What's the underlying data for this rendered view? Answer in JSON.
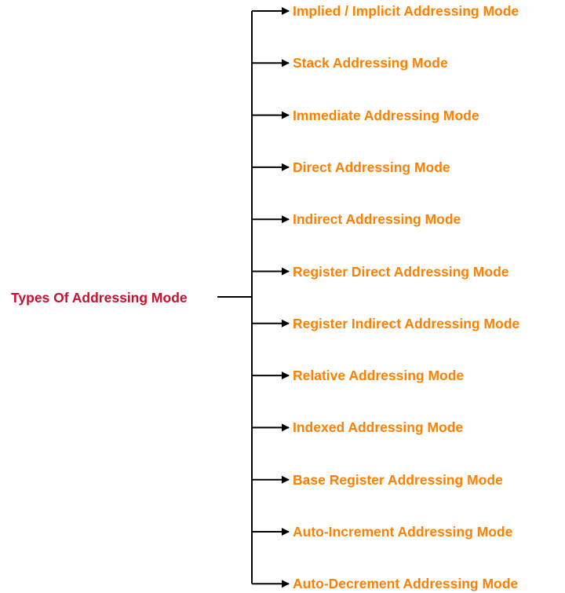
{
  "root": {
    "label": "Types Of Addressing Mode"
  },
  "items": [
    {
      "label": "Implied / Implicit Addressing Mode"
    },
    {
      "label": "Stack Addressing Mode"
    },
    {
      "label": "Immediate Addressing Mode"
    },
    {
      "label": "Direct Addressing Mode"
    },
    {
      "label": "Indirect Addressing Mode"
    },
    {
      "label": "Register Direct Addressing Mode"
    },
    {
      "label": "Register Indirect Addressing Mode"
    },
    {
      "label": "Relative Addressing Mode"
    },
    {
      "label": "Indexed Addressing Mode"
    },
    {
      "label": "Base Register Addressing Mode"
    },
    {
      "label": "Auto-Increment Addressing Mode"
    },
    {
      "label": "Auto-Decrement Addressing Mode"
    }
  ],
  "colors": {
    "root": "#c8102e",
    "items": "#ff7f00",
    "lines": "#000000"
  }
}
